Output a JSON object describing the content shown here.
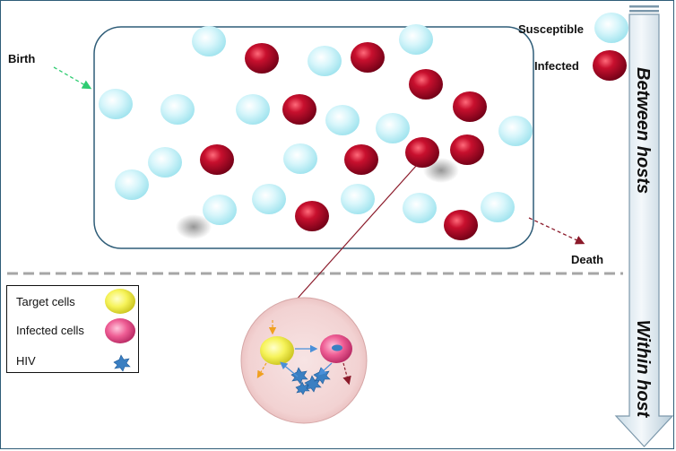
{
  "labels": {
    "susceptible": "Susceptible",
    "infected": "Infected",
    "birth": "Birth",
    "death": "Death",
    "between_hosts": "Between hosts",
    "within_host": "Within host"
  },
  "legend": {
    "items": [
      {
        "label": "Target cells",
        "icon": "yellow-cell-icon"
      },
      {
        "label": "Infected cells",
        "icon": "pink-cell-icon"
      },
      {
        "label": "HIV",
        "icon": "virus-icon"
      }
    ]
  },
  "colors": {
    "susceptible": "#bff0f8",
    "infected": "#b0102a",
    "target_cell": "#f4f24a",
    "infected_cell": "#ec5f93",
    "virus": "#3a7fc2",
    "border": "#2f5d78"
  }
}
